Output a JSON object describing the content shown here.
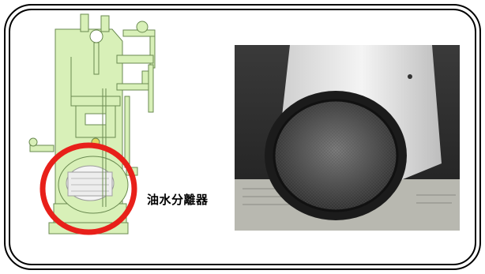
{
  "caption": {
    "text": "油水分離器"
  },
  "colors": {
    "machine_body": "#d8f0b8",
    "machine_outline": "#6a8a50",
    "highlight_ring": "#e8201a",
    "frame_stroke": "#000000"
  },
  "illustrations": {
    "drawing": "oil-water-separator-machine-drawing",
    "photo": "separator-filter-element-photo"
  }
}
